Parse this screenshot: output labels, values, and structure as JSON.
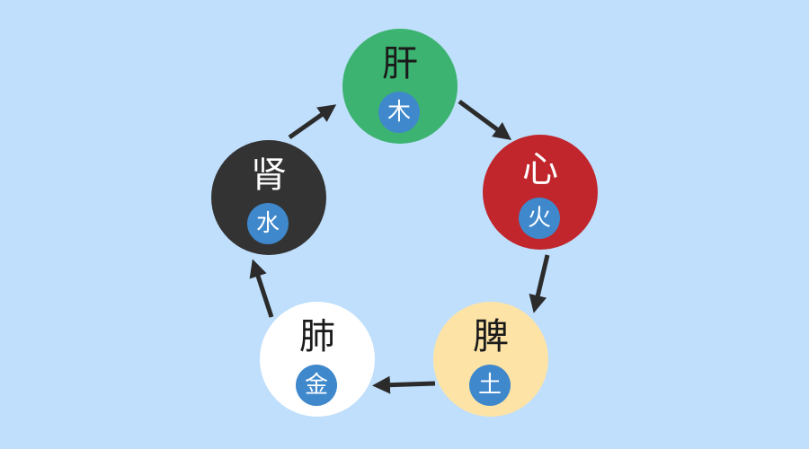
{
  "nodes": [
    {
      "id": "liver",
      "organ": "肝",
      "element": "木",
      "color": "#3cb371"
    },
    {
      "id": "heart",
      "organ": "心",
      "element": "火",
      "color": "#c0262b"
    },
    {
      "id": "spleen",
      "organ": "脾",
      "element": "土",
      "color": "#fde4a6"
    },
    {
      "id": "lung",
      "organ": "肺",
      "element": "金",
      "color": "#ffffff"
    },
    {
      "id": "kidney",
      "organ": "肾",
      "element": "水",
      "color": "#333333"
    }
  ],
  "edges": [
    {
      "from": "liver",
      "to": "heart"
    },
    {
      "from": "heart",
      "to": "spleen"
    },
    {
      "from": "spleen",
      "to": "lung"
    },
    {
      "from": "lung",
      "to": "kidney"
    },
    {
      "from": "kidney",
      "to": "liver"
    }
  ],
  "colors": {
    "background": "#bfdffc",
    "element_badge": "#3f88cc",
    "arrow": "#2b2b2b"
  }
}
